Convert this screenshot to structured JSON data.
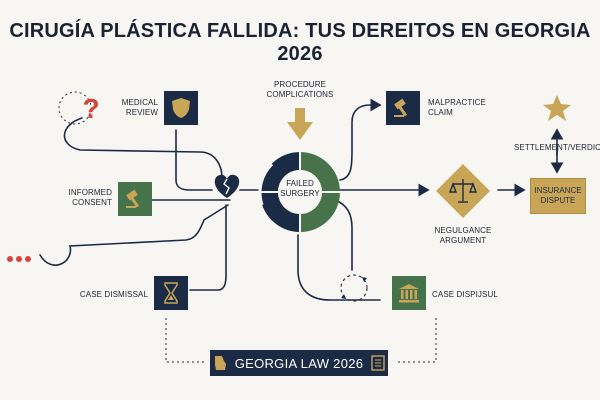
{
  "title": "CIRUGÍA PLÁSTICA FALLIDA: TUS DEREITOS EN GEORGIA 2026",
  "center": {
    "label_line1": "FAILED",
    "label_line2": "SURGERY"
  },
  "nodes": {
    "medical_review": {
      "line1": "MEDICAL",
      "line2": "REVIEW",
      "icon": "shield-icon"
    },
    "informed_consent": {
      "line1": "INFORMED",
      "line2": "CONSENT",
      "icon": "gavel-icon"
    },
    "case_dismissal": {
      "line1": "CASE DISMISSAL",
      "icon": "hourglass-icon"
    },
    "procedure_complications": {
      "line1": "PROCEDURE",
      "line2": "COMPLICATIONS",
      "icon": "down-arrow-icon"
    },
    "malpractice_claim": {
      "line1": "MALPRACTICE",
      "line2": "CLAIM",
      "icon": "gavel-icon"
    },
    "negligence_argument": {
      "line1": "NEGULGANCE",
      "line2": "ARGUMENT",
      "icon": "scales-icon"
    },
    "case_dispute": {
      "line1": "CASE DISPIJSUL",
      "icon": "courthouse-icon"
    },
    "settlement_verdict": {
      "line1": "SETTLEMENT/VERDICT",
      "icon": "star-icon"
    },
    "insurance_dispute": {
      "line1": "INSURANCE",
      "line2": "DISPUTE"
    }
  },
  "footer": {
    "label": "GEORGIA LAW 2026",
    "icon_left": "georgia-map-icon",
    "icon_right": "document-icon"
  },
  "decor": {
    "question_icon": "question-mark-icon",
    "heart_icon": "broken-heart-icon",
    "dots_icon": "ellipsis-icon",
    "cycle_icon": "cycle-arrows-icon"
  },
  "colors": {
    "navy": "#1c2b45",
    "green": "#46734a",
    "gold": "#c9a657",
    "red": "#d2453a",
    "line": "#1c2b45"
  }
}
